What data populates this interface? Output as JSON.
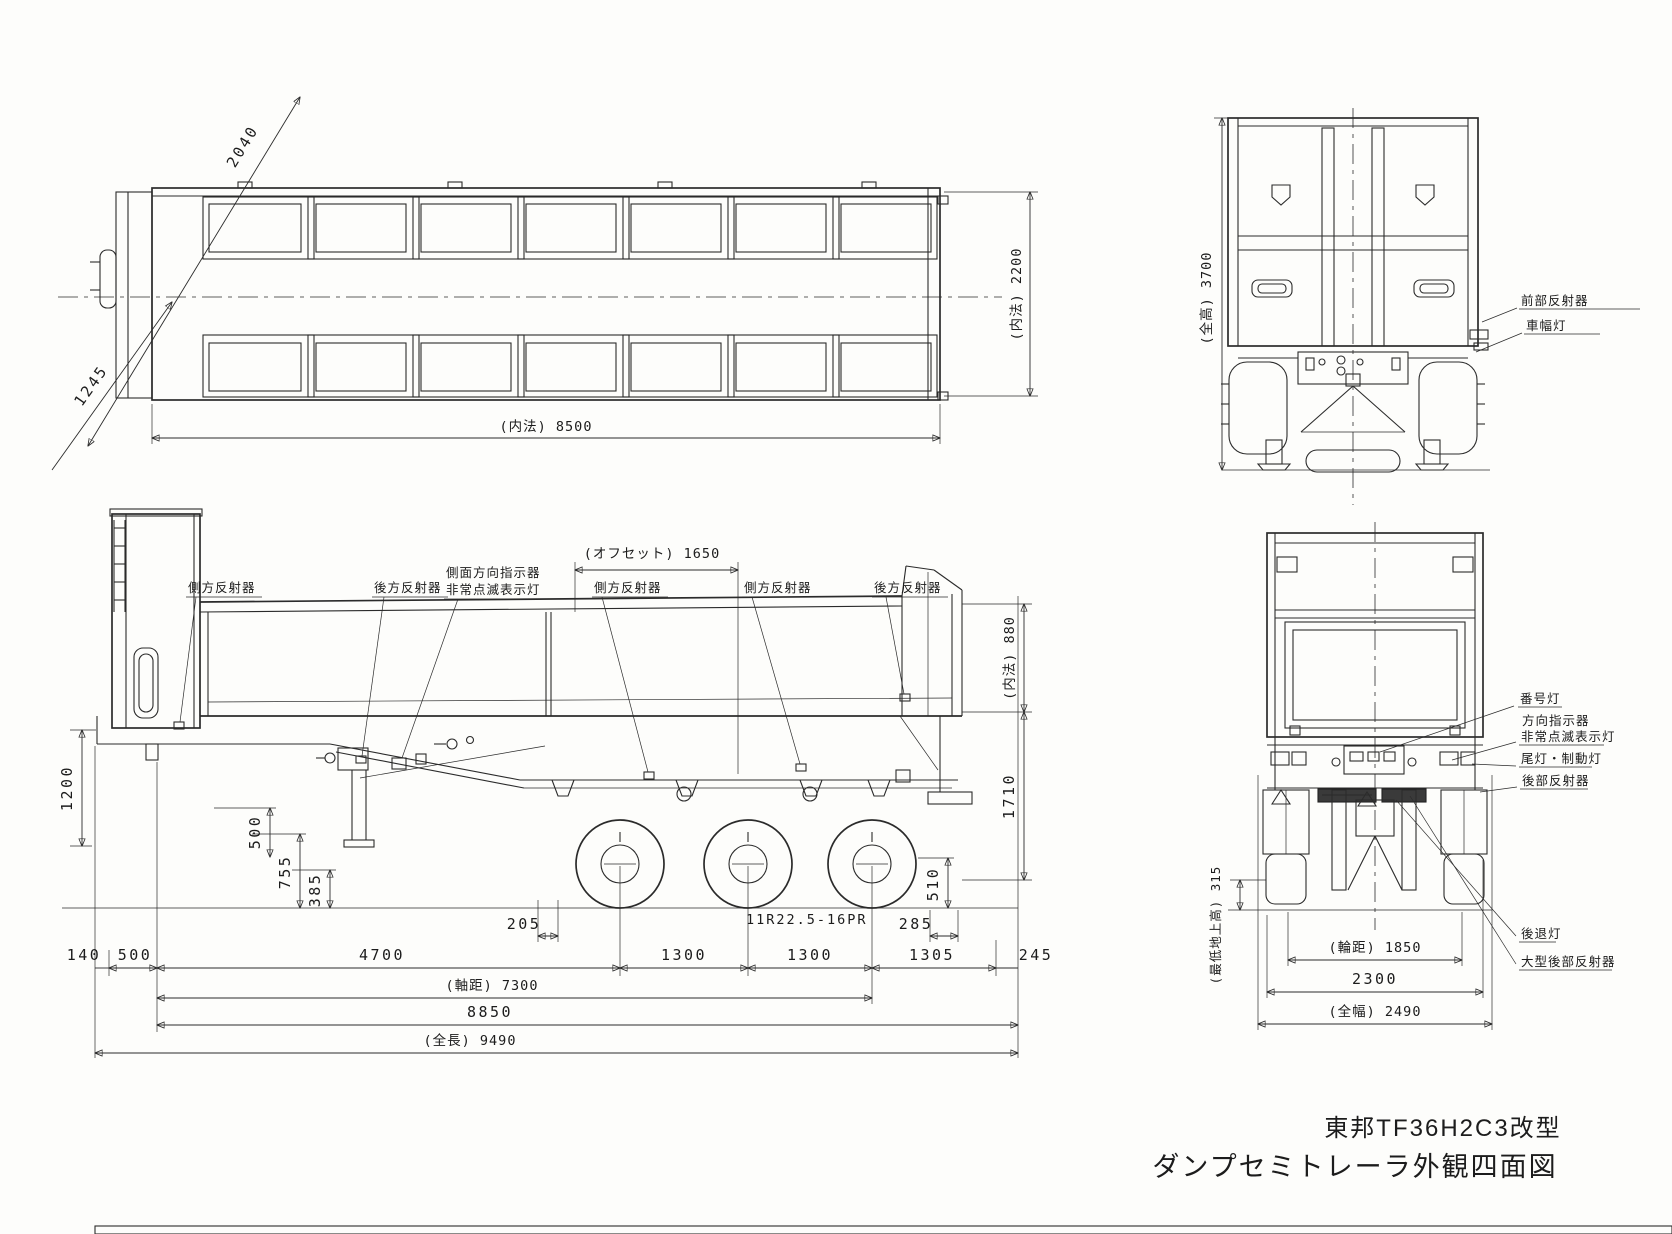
{
  "title_block": {
    "model": "東邦TF36H2C3改型",
    "drawing_name": "ダンプセミトレーラ外観四面図"
  },
  "plan_view": {
    "dim_diagonal_long": "2040",
    "dim_diagonal_short": "1245",
    "dim_inner_length": "(内法) 8500",
    "dim_inner_width": "(内法) 2200"
  },
  "front_view": {
    "dim_overall_height": "(全高) 3700",
    "label_front_reflector": "前部反射器",
    "label_clearance_lamp": "車幅灯"
  },
  "side_view": {
    "dim_offset": "(オフセット) 1650",
    "dim_inner_height": "(内法) 880",
    "dim_1710": "1710",
    "dim_510": "510",
    "dim_1200": "1200",
    "dim_500_vertical": "500",
    "dim_755": "755",
    "dim_385": "385",
    "dim_140": "140",
    "dim_500": "500",
    "dim_4700": "4700",
    "dim_205": "205",
    "dim_1300_a": "1300",
    "dim_1300_b": "1300",
    "dim_1305": "1305",
    "dim_245": "245",
    "dim_285": "285",
    "dim_wheelbase": "(軸距) 7300",
    "dim_8850": "8850",
    "dim_overall_length": "(全長) 9490",
    "tire_size": "11R22.5-16PR",
    "label_side_reflector_1": "側方反射器",
    "label_rear_reflector_mid": "後方反射器",
    "label_side_indicator_line1": "側面方向指示器",
    "label_side_indicator_line2": "非常点滅表示灯",
    "label_side_reflector_2": "側方反射器",
    "label_side_reflector_3": "側方反射器",
    "label_rear_reflector_aft": "後方反射器"
  },
  "rear_view": {
    "dim_ground_clearance": "(最低地上高) 315",
    "dim_track": "(輪距) 1850",
    "dim_2300": "2300",
    "dim_overall_width": "(全幅) 2490",
    "label_license_lamp": "番号灯",
    "label_turn_indicator": "方向指示器",
    "label_hazard_lamp": "非常点滅表示灯",
    "label_tail_brake_lamp": "尾灯・制動灯",
    "label_rear_reflector": "後部反射器",
    "label_reverse_lamp": "後退灯",
    "label_large_rear_reflector": "大型後部反射器"
  }
}
